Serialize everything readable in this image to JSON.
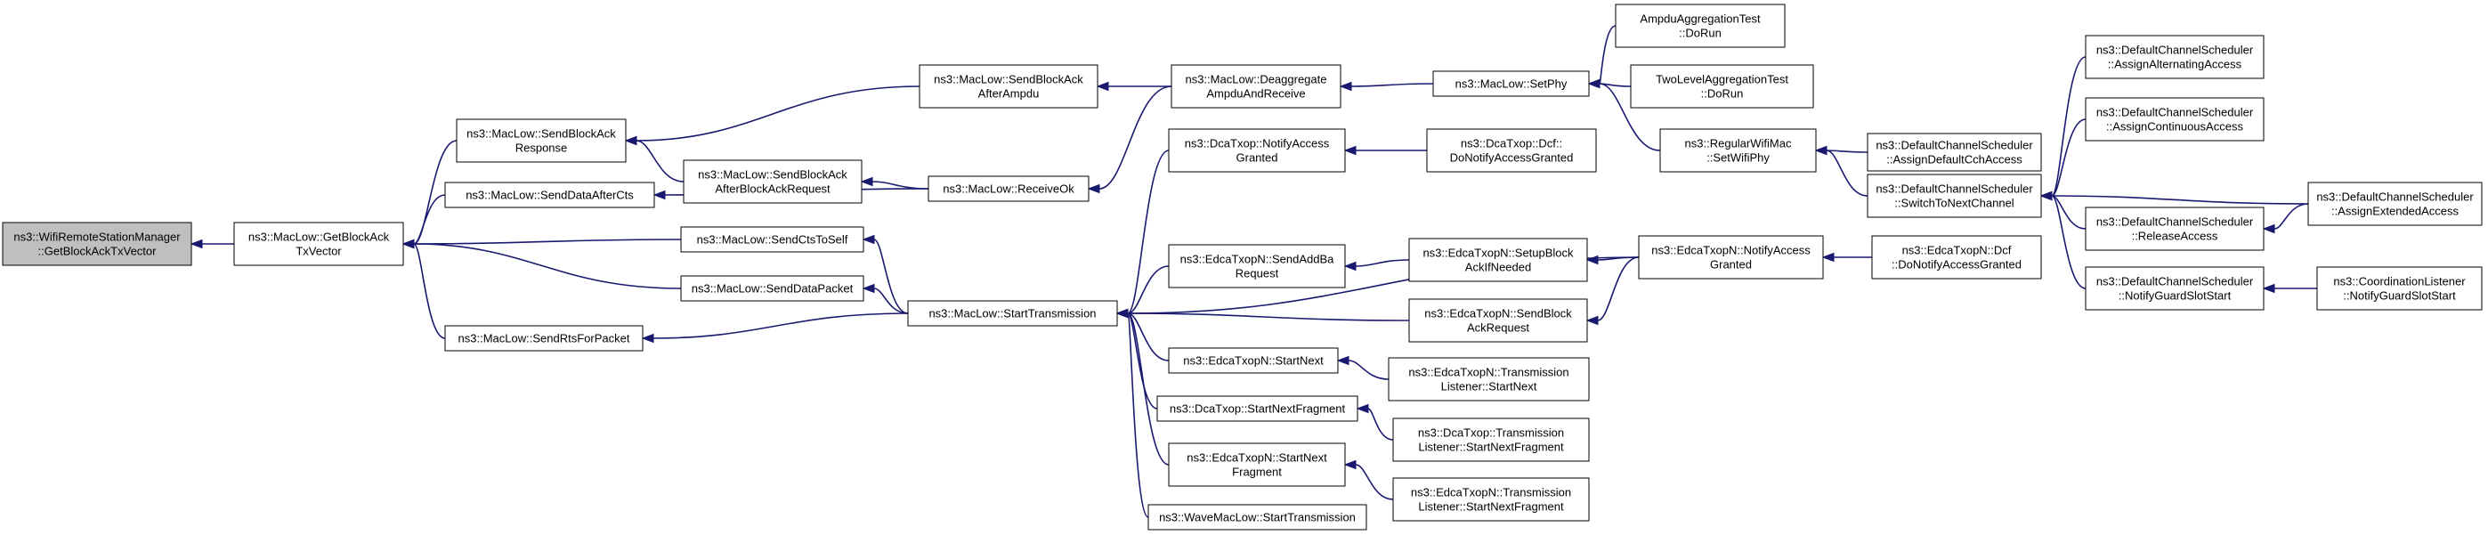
{
  "graph": {
    "edge_color": "#191970",
    "root_fill": "#bfbfbf",
    "nodes": [
      {
        "id": "root",
        "lines": [
          "ns3::WifiRemoteStationManager",
          "::GetBlockAckTxVector"
        ],
        "root": true
      },
      {
        "id": "getBAV",
        "lines": [
          "ns3::MacLow::GetBlockAck",
          "TxVector"
        ]
      },
      {
        "id": "sendBAR",
        "lines": [
          "ns3::MacLow::SendBlockAck",
          "Response"
        ]
      },
      {
        "id": "sendDAC",
        "lines": [
          "ns3::MacLow::SendDataAfterCts"
        ]
      },
      {
        "id": "sendCTS",
        "lines": [
          "ns3::MacLow::SendCtsToSelf"
        ]
      },
      {
        "id": "sendDP",
        "lines": [
          "ns3::MacLow::SendDataPacket"
        ]
      },
      {
        "id": "sendRTS",
        "lines": [
          "ns3::MacLow::SendRtsForPacket"
        ]
      },
      {
        "id": "sbaAmpdu",
        "lines": [
          "ns3::MacLow::SendBlockAck",
          "AfterAmpdu"
        ]
      },
      {
        "id": "sbaReq",
        "lines": [
          "ns3::MacLow::SendBlockAck",
          "AfterBlockAckRequest"
        ]
      },
      {
        "id": "recvOk",
        "lines": [
          "ns3::MacLow::ReceiveOk"
        ]
      },
      {
        "id": "startTx",
        "lines": [
          "ns3::MacLow::StartTransmission"
        ]
      },
      {
        "id": "deagg",
        "lines": [
          "ns3::MacLow::Deaggregate",
          "AmpduAndReceive"
        ]
      },
      {
        "id": "dcaNAG",
        "lines": [
          "ns3::DcaTxop::NotifyAccess",
          "Granted"
        ]
      },
      {
        "id": "edcaAddBa",
        "lines": [
          "ns3::EdcaTxopN::SendAddBa",
          "Request"
        ]
      },
      {
        "id": "edcaSN",
        "lines": [
          "ns3::EdcaTxopN::StartNext"
        ]
      },
      {
        "id": "dcaSNF",
        "lines": [
          "ns3::DcaTxop::StartNextFragment"
        ]
      },
      {
        "id": "edcaSNF",
        "lines": [
          "ns3::EdcaTxopN::StartNext",
          "Fragment"
        ]
      },
      {
        "id": "waveST",
        "lines": [
          "ns3::WaveMacLow::StartTransmission"
        ]
      },
      {
        "id": "setPhy",
        "lines": [
          "ns3::MacLow::SetPhy"
        ]
      },
      {
        "id": "dcfNAG",
        "lines": [
          "ns3::DcaTxop::Dcf::",
          "DoNotifyAccessGranted"
        ]
      },
      {
        "id": "edcaSetup",
        "lines": [
          "ns3::EdcaTxopN::SetupBlock",
          "AckIfNeeded"
        ]
      },
      {
        "id": "edcaSendBAR",
        "lines": [
          "ns3::EdcaTxopN::SendBlock",
          "AckRequest"
        ]
      },
      {
        "id": "edcaTLSN",
        "lines": [
          "ns3::EdcaTxopN::Transmission",
          "Listener::StartNext"
        ]
      },
      {
        "id": "dcaTLSNF",
        "lines": [
          "ns3::DcaTxop::Transmission",
          "Listener::StartNextFragment"
        ]
      },
      {
        "id": "edcaTLSNF",
        "lines": [
          "ns3::EdcaTxopN::Transmission",
          "Listener::StartNextFragment"
        ]
      },
      {
        "id": "ampduTest",
        "lines": [
          "AmpduAggregationTest",
          "::DoRun"
        ]
      },
      {
        "id": "twoLevel",
        "lines": [
          "TwoLevelAggregationTest",
          "::DoRun"
        ]
      },
      {
        "id": "regSetPhy",
        "lines": [
          "ns3::RegularWifiMac",
          "::SetWifiPhy"
        ]
      },
      {
        "id": "edcaNAG",
        "lines": [
          "ns3::EdcaTxopN::NotifyAccess",
          "Granted"
        ]
      },
      {
        "id": "edcaDcf",
        "lines": [
          "ns3::EdcaTxopN::Dcf",
          "::DoNotifyAccessGranted"
        ]
      },
      {
        "id": "dcsDefCch",
        "lines": [
          "ns3::DefaultChannelScheduler",
          "::AssignDefaultCchAccess"
        ]
      },
      {
        "id": "dcsSwitch",
        "lines": [
          "ns3::DefaultChannelScheduler",
          "::SwitchToNextChannel"
        ]
      },
      {
        "id": "dcsAlt",
        "lines": [
          "ns3::DefaultChannelScheduler",
          "::AssignAlternatingAccess"
        ]
      },
      {
        "id": "dcsCont",
        "lines": [
          "ns3::DefaultChannelScheduler",
          "::AssignContinuousAccess"
        ]
      },
      {
        "id": "dcsRel",
        "lines": [
          "ns3::DefaultChannelScheduler",
          "::ReleaseAccess"
        ]
      },
      {
        "id": "dcsGuard",
        "lines": [
          "ns3::DefaultChannelScheduler",
          "::NotifyGuardSlotStart"
        ]
      },
      {
        "id": "dcsExt",
        "lines": [
          "ns3::DefaultChannelScheduler",
          "::AssignExtendedAccess"
        ]
      },
      {
        "id": "coord",
        "lines": [
          "ns3::CoordinationListener",
          "::NotifyGuardSlotStart"
        ]
      }
    ],
    "edges": [
      [
        "getBAV",
        "root"
      ],
      [
        "sendBAR",
        "getBAV"
      ],
      [
        "sendDAC",
        "getBAV"
      ],
      [
        "sendCTS",
        "getBAV"
      ],
      [
        "sendDP",
        "getBAV"
      ],
      [
        "sendRTS",
        "getBAV"
      ],
      [
        "sbaAmpdu",
        "sendBAR"
      ],
      [
        "sbaReq",
        "sendBAR"
      ],
      [
        "recvOk",
        "sbaReq"
      ],
      [
        "recvOk",
        "sendDAC"
      ],
      [
        "startTx",
        "sendCTS"
      ],
      [
        "startTx",
        "sendDP"
      ],
      [
        "startTx",
        "sendRTS"
      ],
      [
        "deagg",
        "sbaAmpdu"
      ],
      [
        "deagg",
        "recvOk"
      ],
      [
        "setPhy",
        "deagg"
      ],
      [
        "ampduTest",
        "setPhy"
      ],
      [
        "twoLevel",
        "setPhy"
      ],
      [
        "regSetPhy",
        "setPhy"
      ],
      [
        "dcsDefCch",
        "regSetPhy"
      ],
      [
        "dcsSwitch",
        "regSetPhy"
      ],
      [
        "dcsAlt",
        "dcsSwitch"
      ],
      [
        "dcsCont",
        "dcsSwitch"
      ],
      [
        "dcsRel",
        "dcsSwitch"
      ],
      [
        "dcsGuard",
        "dcsSwitch"
      ],
      [
        "dcsExt",
        "dcsSwitch"
      ],
      [
        "dcsExt",
        "dcsRel"
      ],
      [
        "coord",
        "dcsGuard"
      ],
      [
        "dcaNAG",
        "startTx"
      ],
      [
        "edcaAddBa",
        "startTx"
      ],
      [
        "edcaSN",
        "startTx"
      ],
      [
        "dcaSNF",
        "startTx"
      ],
      [
        "edcaSNF",
        "startTx"
      ],
      [
        "waveST",
        "startTx"
      ],
      [
        "edcaNAG",
        "startTx"
      ],
      [
        "edcaSendBAR",
        "startTx"
      ],
      [
        "dcfNAG",
        "dcaNAG"
      ],
      [
        "edcaSetup",
        "edcaAddBa"
      ],
      [
        "edcaTLSN",
        "edcaSN"
      ],
      [
        "dcaTLSNF",
        "dcaSNF"
      ],
      [
        "edcaTLSNF",
        "edcaSNF"
      ],
      [
        "edcaNAG",
        "edcaSetup"
      ],
      [
        "edcaNAG",
        "edcaSendBAR"
      ],
      [
        "edcaDcf",
        "edcaNAG"
      ]
    ]
  }
}
